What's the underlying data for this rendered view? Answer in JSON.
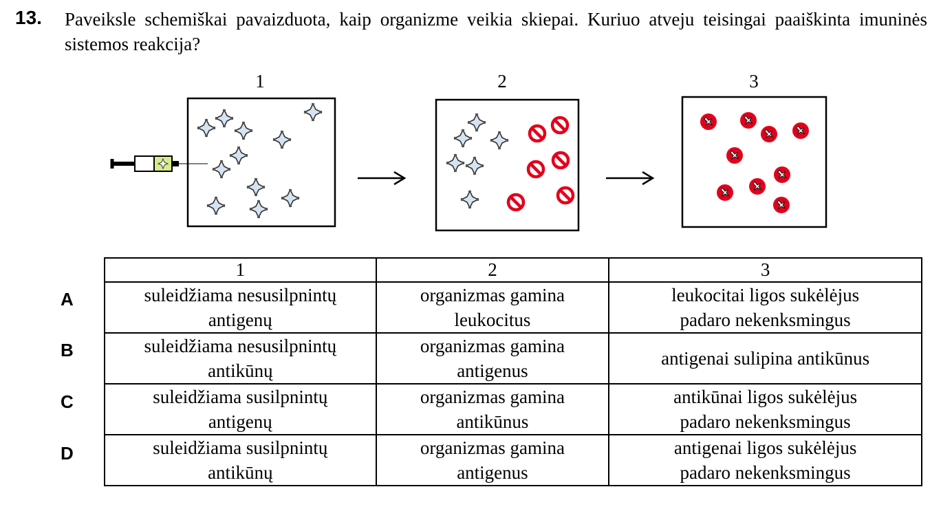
{
  "question": {
    "number": "13.",
    "text": "Paveiksle schemiškai pavaizduota, kaip organizme veikia skiepai. Kuriuo atveju teisingai paaiškinta imuninės sistemos reakcija?"
  },
  "figure": {
    "panel_labels": [
      "1",
      "2",
      "3"
    ],
    "icons": {
      "antigen": "antigen-icon",
      "antibody": "antibody-icon",
      "syringe": "syringe-icon",
      "arrow": "right-arrow-icon"
    },
    "colors": {
      "antigen_fill": "#d6e4f2",
      "antibody": "#e3001b",
      "syringe_fill": "#d6ec8a"
    }
  },
  "table": {
    "headers": [
      "1",
      "2",
      "3"
    ],
    "rows": [
      {
        "letter": "A",
        "cells": [
          [
            "suleidžiama nesusilpnintų",
            "antigenų"
          ],
          [
            "organizmas gamina",
            "leukocitus"
          ],
          [
            "leukocitai ligos sukėlėjus",
            "padaro nekenksmingus"
          ]
        ]
      },
      {
        "letter": "B",
        "cells": [
          [
            "suleidžiama nesusilpnintų",
            "antikūnų"
          ],
          [
            "organizmas gamina",
            "antigenus"
          ],
          [
            "antigenai sulipina antikūnus"
          ]
        ]
      },
      {
        "letter": "C",
        "cells": [
          [
            "suleidžiama susilpnintų",
            "antigenų"
          ],
          [
            "organizmas gamina",
            "antikūnus"
          ],
          [
            "antikūnai ligos sukėlėjus",
            "padaro nekenksmingus"
          ]
        ]
      },
      {
        "letter": "D",
        "cells": [
          [
            "suleidžiama susilpnintų",
            "antikūnų"
          ],
          [
            "organizmas gamina",
            "antigenus"
          ],
          [
            "antigenai ligos sukėlėjus",
            "padaro nekenksmingus"
          ]
        ]
      }
    ]
  }
}
